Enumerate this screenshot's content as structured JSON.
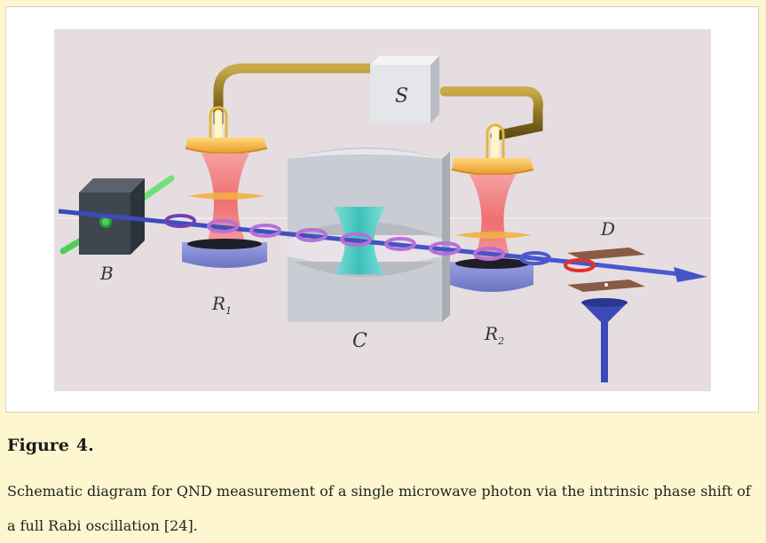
{
  "figure": {
    "labels": {
      "S": "S",
      "D": "D",
      "B": "B",
      "R1": "R",
      "R1_sub": "1",
      "R2": "R",
      "R2_sub": "2",
      "C": "C"
    }
  },
  "caption": {
    "label": "Figure",
    "number": "4.",
    "text": "Schematic diagram for QND measurement of a single microwave photon via the intrinsic phase shift of a full Rabi oscillation [24]."
  },
  "colors": {
    "page_background": "#fdf6cf",
    "diagram_background": "#e6dde0",
    "beam_blue": "#3a4ab8",
    "atom_purple": "#a25cc4",
    "mirror_yellow": "#f2b23a",
    "field_red": "#ea6a6a",
    "cavity_field_cyan": "#3fc8c0",
    "cavity_gray": "#c8ccd2",
    "detector_brown": "#8a5a44",
    "box_dark": "#3e4650",
    "laser_green": "#4fcf5a",
    "connector_gold": "#8f7424",
    "lower_mirror_blue": "#7f88cf",
    "detected_atom_red": "#e0322f"
  }
}
